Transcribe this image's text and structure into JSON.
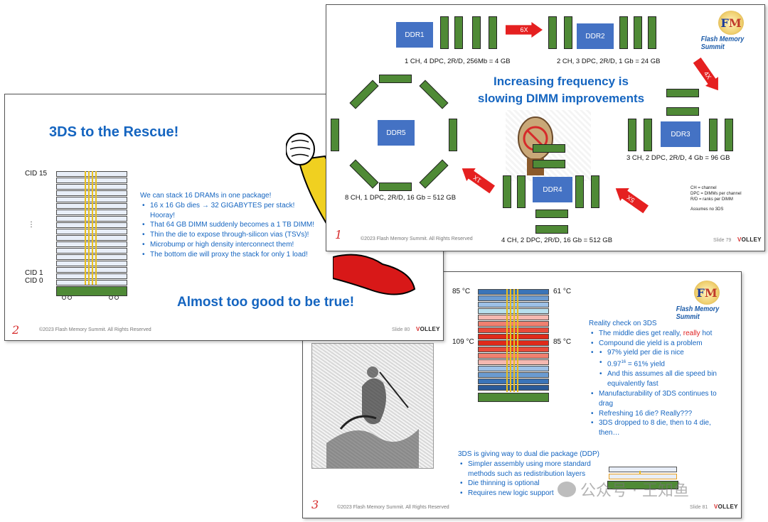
{
  "slide1": {
    "title_line1": "Increasing frequency is",
    "title_line2": "slowing DIMM improvements",
    "ddr1": "DDR1",
    "ddr2": "DDR2",
    "ddr3": "DDR3",
    "ddr4": "DDR4",
    "ddr5": "DDR5",
    "cap1": "1 CH, 4 DPC, 2R/D, 256Mb = 4 GB",
    "cap2": "2 CH, 3 DPC, 2R/D, 1 Gb = 24 GB",
    "cap3": "3 CH, 2 DPC, 2R/D, 4 Gb = 96 GB",
    "cap4": "4 CH, 2 DPC, 2R/D, 16 Gb = 512 GB",
    "cap5": "8 CH, 1 DPC, 2R/D, 16 Gb = 512 GB",
    "arrow_6x": "6X",
    "arrow_4x": "4X",
    "arrow_5x": "5X",
    "arrow_1x": "1X",
    "legend": [
      "CH = channel",
      "DPC = DIMMs per channel",
      "R/D = ranks per DIMM",
      "",
      "Assumes no 3DS"
    ],
    "footer": "©2023 Flash Memory Summit. All Rights Reserved",
    "slide_no": "Slide 79",
    "number": "1"
  },
  "slide2": {
    "title": "3DS to the Rescue!",
    "cid_top": "CID 15",
    "cid_dots": "⋮",
    "cid_1": "CID 1",
    "cid_0": "CID 0",
    "intro": "We can stack 16 DRAMs in one package!",
    "bullets": [
      "16 x 16 Gb dies → 32 GIGABYTES per stack! Hooray!",
      "That 64 GB DIMM suddenly becomes a 1 TB DIMM!",
      "Thin the die to expose through-silicon vias (TSVs)!",
      "Microbump or high density interconnect them!",
      "The bottom die will proxy the stack for only 1 load!"
    ],
    "bottom": "Almost too good to be true!",
    "footer": "©2023 Flash Memory Summit. All Rights Reserved",
    "slide_no": "Slide 80",
    "number": "2"
  },
  "slide3": {
    "temp_tl": "85 °C",
    "temp_tr": "61 °C",
    "temp_ml": "109 °C",
    "temp_mr": "85 °C",
    "heading": "Reality check on 3DS",
    "b1_pre": "The middle dies get really, ",
    "b1_red": "really",
    "b1_post": " hot",
    "b2": "Compound die yield is a problem",
    "s1": "97% yield per die is nice",
    "s2_pre": "0.97",
    "s2_sup": "16",
    "s2_post": " = 61% yield",
    "s3": "And this assumes all die speed bin equivalently fast",
    "b3": "Manufacturability of 3DS continues to drag",
    "b4": "Refreshing 16 die?  Really???",
    "b5": "3DS dropped to 8 die, then to 4 die, then…",
    "ddp_heading": "3DS is giving way to dual die package (DDP)",
    "ddp_bullets": [
      "Simpler assembly using more standard methods such as redistribution layers",
      "Die thinning is optional",
      "Requires new logic support"
    ],
    "footer": "©2023 Flash Memory Summit. All Rights Reserved",
    "slide_no": "Slide 81",
    "number": "3"
  },
  "logo": {
    "mark": "FM",
    "text": "Flash Memory Summit"
  },
  "brand": {
    "pre": "V",
    "post": "OLLEY"
  },
  "watermark": "公众号 · 王知鱼",
  "colors": {
    "title_blue": "#1565c0",
    "dimm_green": "#4f8a36",
    "dram_blue": "#4472c4",
    "arrow_red": "#e52020"
  }
}
